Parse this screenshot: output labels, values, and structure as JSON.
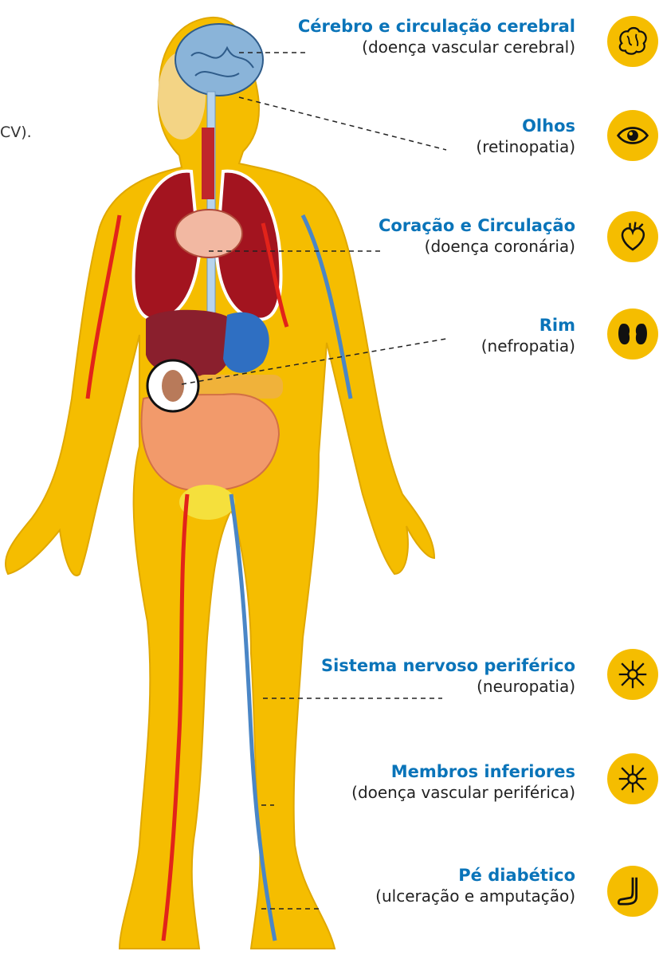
{
  "fragment_text": "CV).",
  "colors": {
    "accent": "#f5bd00",
    "title_blue": "#0a74b9",
    "artery": "#e2231a",
    "vein": "#4a86c6"
  },
  "complications": [
    {
      "title": "Cérebro e circulação cerebral",
      "subtitle": "(doença vascular cerebral)",
      "icon": "brain-icon"
    },
    {
      "title": "Olhos",
      "subtitle": "(retinopatia)",
      "icon": "eye-icon"
    },
    {
      "title": "Coração e Circulação",
      "subtitle": "(doença coronária)",
      "icon": "heart-icon"
    },
    {
      "title": "Rim",
      "subtitle": "(nefropatia)",
      "icon": "kidney-icon"
    },
    {
      "title": "Sistema nervoso periférico",
      "subtitle": "(neuropatia)",
      "icon": "nerve-cell-icon"
    },
    {
      "title": "Membros inferiores",
      "subtitle": "(doença vascular periférica)",
      "icon": "nerve-cell-icon"
    },
    {
      "title": "Pé diabético",
      "subtitle": "(ulceração e amputação)",
      "icon": "foot-icon"
    }
  ]
}
